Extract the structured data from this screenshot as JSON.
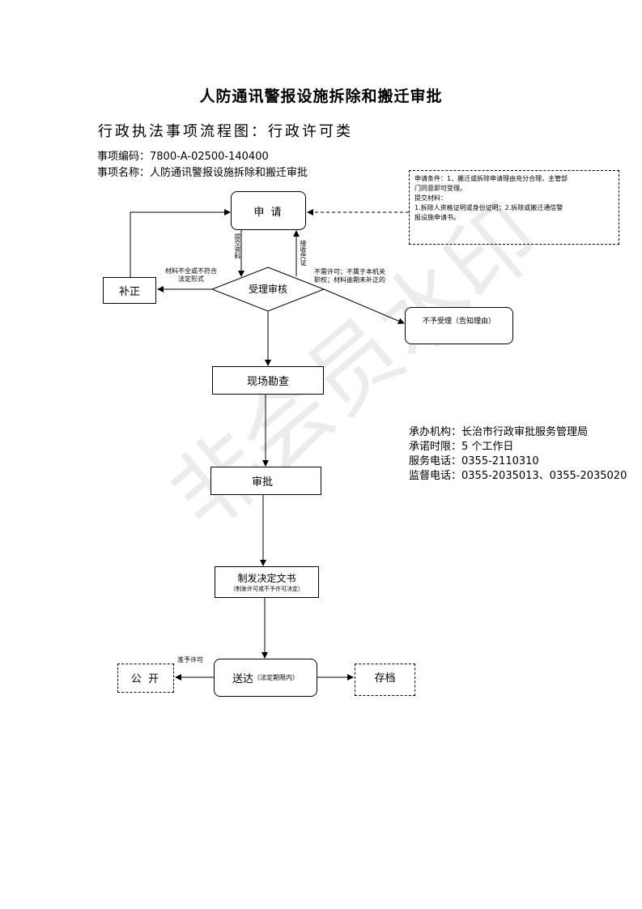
{
  "title": "人防通讯警报设施拆除和搬迁审批",
  "subtitle": "行政执法事项流程图：行政许可类",
  "meta": {
    "code": "事项编码：7800-A-02500-140400",
    "name": "事项名称：人防通讯警报设施拆除和搬迁审批"
  },
  "note": {
    "line1": "申请条件：1、搬迁或拆除申请理由充分合理，主管部",
    "line2": "门同意即可受理。",
    "line3": "提交材料：",
    "line4": "   1.拆除人资格证明或身份证明；2.拆除或搬迁通信警",
    "line5": "报设施申请书。"
  },
  "nodes": {
    "apply": "申 请",
    "correct": "补正",
    "review": "受理审核",
    "reject": "不予受理（告知理由）",
    "inspect": "现场勘查",
    "approve": "审批",
    "decision": "制发决定文书",
    "decision_sub": "（制发许可或不予许可决定）",
    "deliver": "送达",
    "deliver_sub": "（法定期限内）",
    "publish": "公 开",
    "archive": "存档"
  },
  "edge_labels": {
    "submit": "提交资料",
    "receipt": "接收凭证",
    "incomplete_1": "材料不全或不符合",
    "incomplete_2": "法定形式",
    "not_accepted_1": "不需许可；不属于本机关",
    "not_accepted_2": "职权；材料逾期未补正的",
    "grant": "准予许可"
  },
  "info": {
    "org": "承办机构：长治市行政审批服务管理局",
    "time": "承诺时限：5 个工作日",
    "phone": "服务电话：0355-2110310",
    "supervise": "监督电话：0355-2035013、0355-2035020"
  },
  "watermark": "非会员水印"
}
